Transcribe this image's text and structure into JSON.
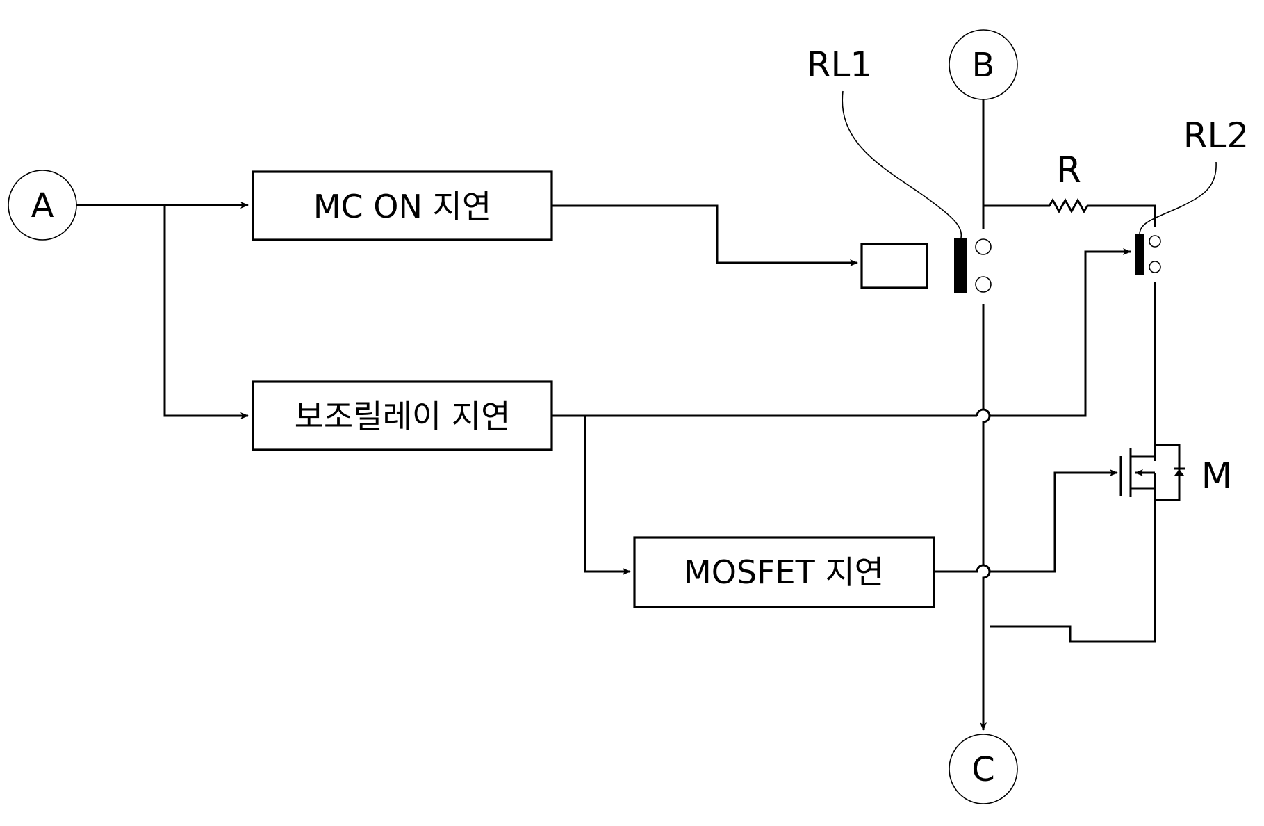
{
  "diagram": {
    "type": "circuit block diagram",
    "nodes": {
      "a": "A",
      "b": "B",
      "c": "C"
    },
    "blocks": {
      "mc_on_delay": "MC ON 지연",
      "aux_relay_delay": "보조릴레이 지연",
      "mosfet_delay": "MOSFET 지연"
    },
    "components": {
      "relay1": "RL1",
      "relay2": "RL2",
      "resistor": "R",
      "mosfet": "M"
    },
    "colors": {
      "line": "#000000",
      "background": "#ffffff"
    }
  }
}
